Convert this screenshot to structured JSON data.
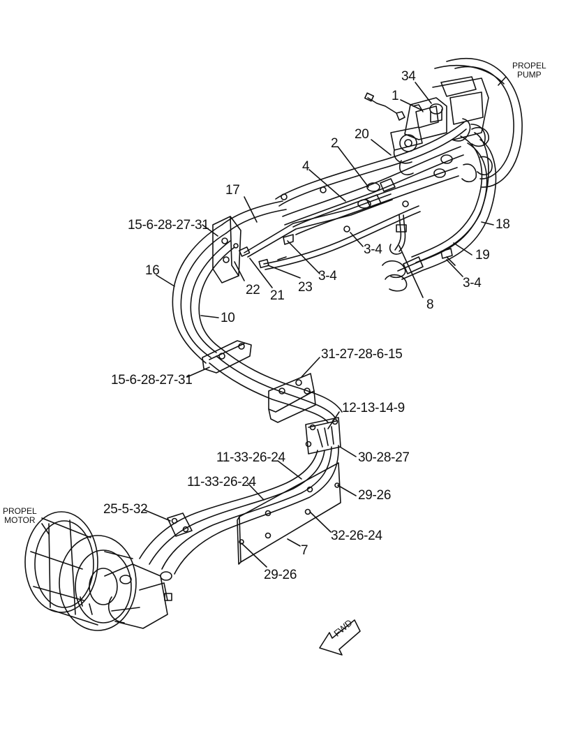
{
  "components": {
    "pump_label": [
      "PROPEL",
      "PUMP"
    ],
    "motor_label": [
      "PROPEL",
      "MOTOR"
    ],
    "fwd_arrow": "FWD"
  },
  "callouts": {
    "c34": "34",
    "c1": "1",
    "c20": "20",
    "c2": "2",
    "c4": "4",
    "c17": "17",
    "c15_6_28_27_31_top": "15-6-28-27-31",
    "c16": "16",
    "c22": "22",
    "c21": "21",
    "c23": "23",
    "c3_4_mid": "3-4",
    "c3_4_upper": "3-4",
    "c8": "8",
    "c18": "18",
    "c19": "19",
    "c3_4_right": "3-4",
    "c10": "10",
    "c15_6_28_27_31_mid": "15-6-28-27-31",
    "c31_27_28_6_15": "31-27-28-6-15",
    "c12_13_14_9": "12-13-14-9",
    "c30_28_27": "30-28-27",
    "c11_33_26_24_a": "11-33-26-24",
    "c11_33_26_24_b": "11-33-26-24",
    "c29_26_right": "29-26",
    "c25_5_32": "25-5-32",
    "c32_26_24": "32-26-24",
    "c7": "7",
    "c29_26_bottom": "29-26"
  }
}
